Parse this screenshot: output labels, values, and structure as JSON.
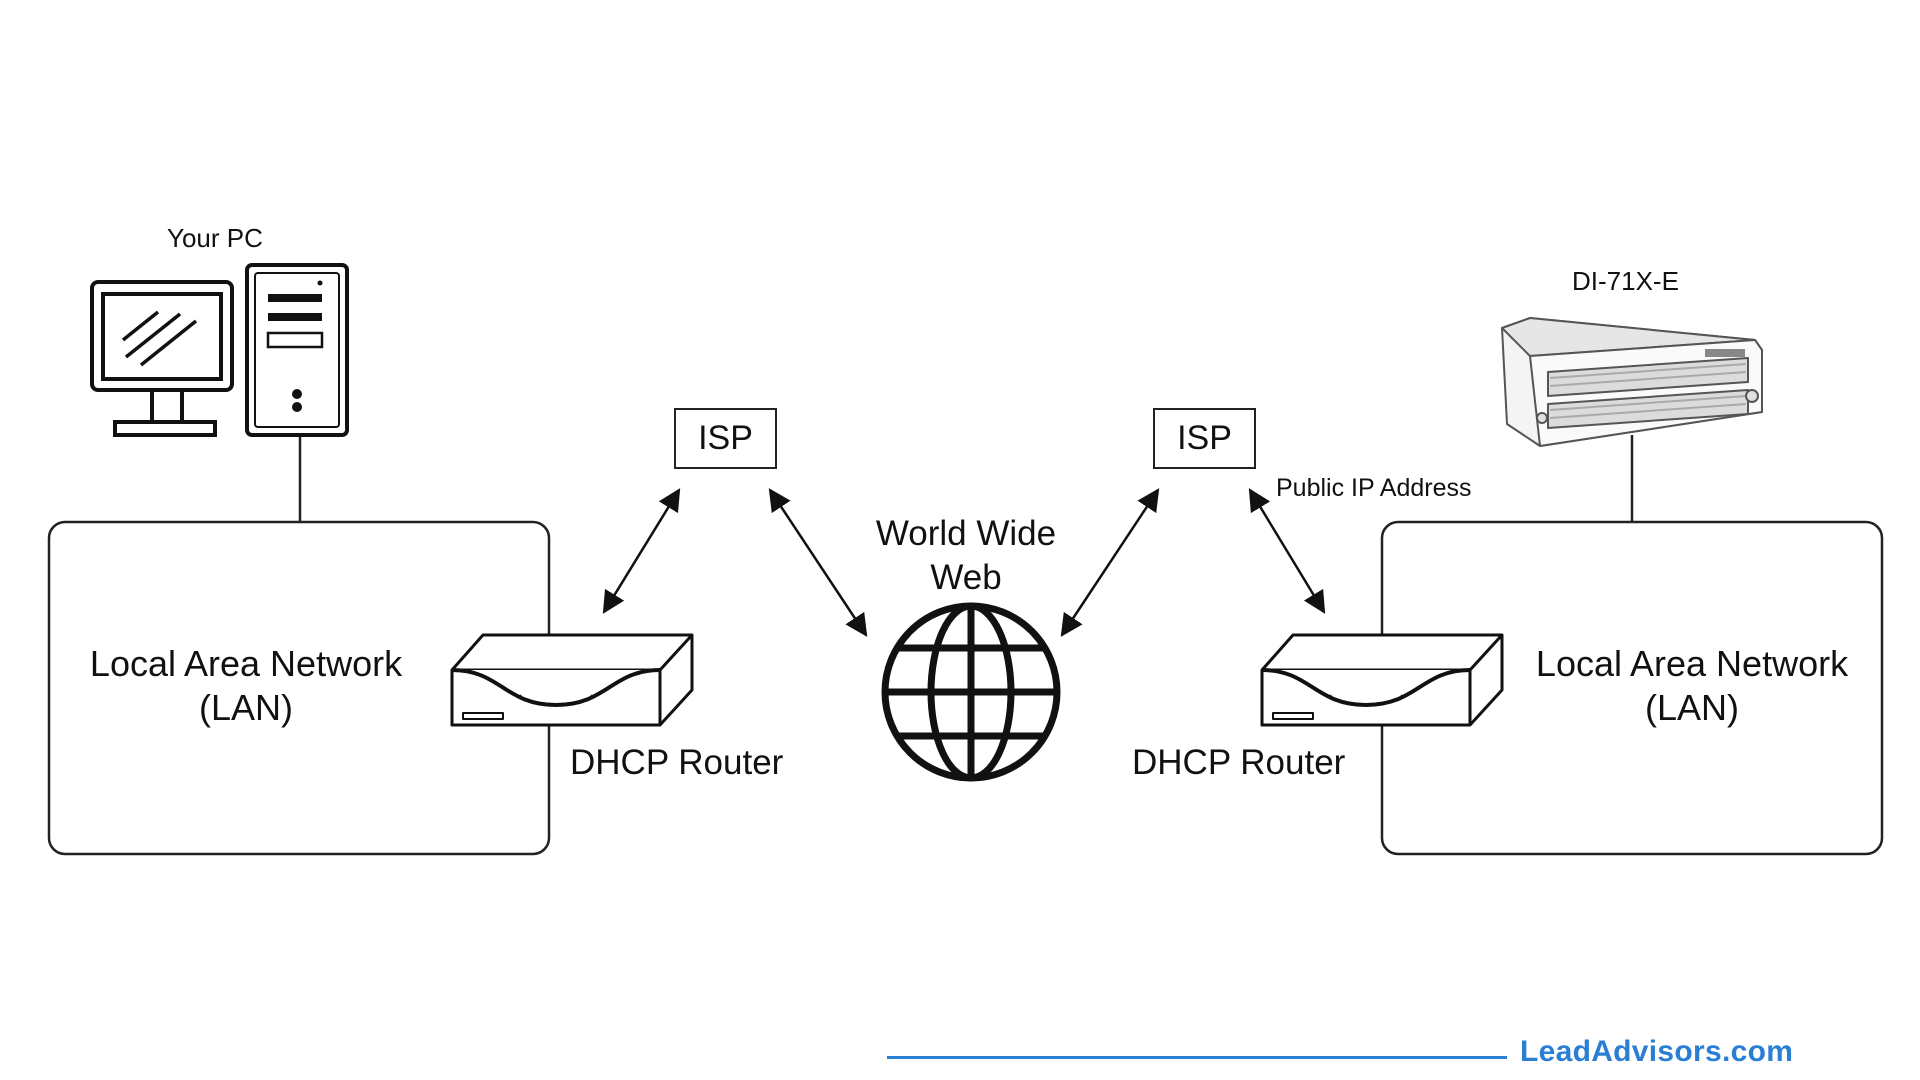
{
  "labels": {
    "your_pc": "Your PC",
    "device": "DI-71X-E",
    "public_ip": "Public IP Address",
    "www_line1": "World Wide",
    "www_line2": "Web"
  },
  "left": {
    "lan_line1": "Local Area Network",
    "lan_line2": "(LAN)",
    "isp": "ISP",
    "router": "DHCP Router"
  },
  "right": {
    "lan_line1": "Local Area Network",
    "lan_line2": "(LAN)",
    "isp": "ISP",
    "router": "DHCP Router"
  },
  "watermark": {
    "brand": "LeadAdvisors.com",
    "color": "#2a7fd4"
  },
  "icons": [
    "computer-monitor-icon",
    "pc-tower-icon",
    "router-icon",
    "globe-icon",
    "data-acquisition-device-icon"
  ]
}
